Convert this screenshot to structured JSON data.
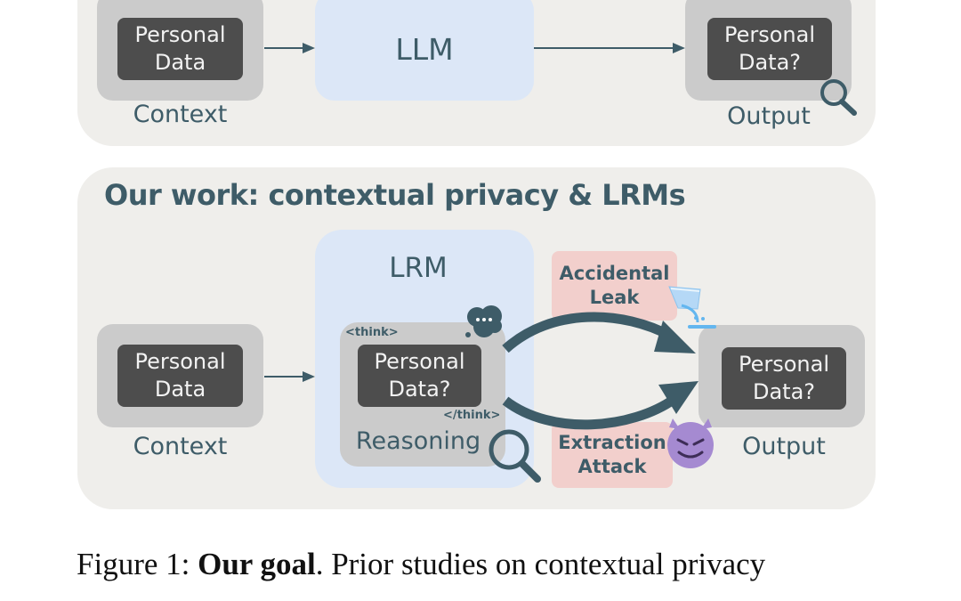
{
  "top_panel": {
    "context_box": {
      "text": "Personal\nData",
      "label": "Context"
    },
    "model_label": "LLM",
    "output_box": {
      "text": "Personal\nData?",
      "label": "Output"
    },
    "icons": [
      "arrow-right",
      "arrow-right",
      "magnifier"
    ]
  },
  "bottom_panel": {
    "title": "Our work: contextual privacy & LRMs",
    "context_box": {
      "text": "Personal\nData",
      "label": "Context"
    },
    "model_label": "LRM",
    "reasoning": {
      "open_tag": "<think>",
      "text": "Personal\nData?",
      "close_tag": "</think>",
      "label": "Reasoning"
    },
    "risks": [
      {
        "text": "Accidental\nLeak",
        "icon": "pouring-liquid"
      },
      {
        "text": "Extraction\nAttack",
        "icon": "smiling-devil"
      }
    ],
    "output_box": {
      "text": "Personal\nData?",
      "label": "Output"
    },
    "icons": [
      "thought-bubble",
      "magnifier",
      "curved-arrow",
      "curved-arrow",
      "arrow-right"
    ]
  },
  "caption": {
    "prefix": "Figure 1: ",
    "bold": "Our goal",
    "rest": ". Prior studies on contextual privacy"
  },
  "colors": {
    "panel": "#efeeeb",
    "gray_box": "#cbcbcb",
    "dark_box": "#4d4d4d",
    "model_box": "#dce7f7",
    "risk_box": "#f2cfcc",
    "accent": "#3e5c68"
  }
}
